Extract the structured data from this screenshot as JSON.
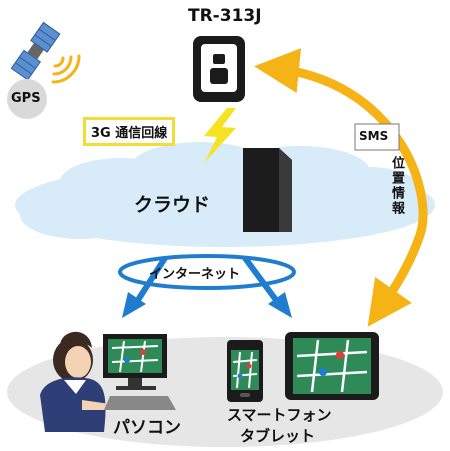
{
  "device_label": "TR-313J",
  "satellite_label": "GPS",
  "network_label": "3G 通信回線",
  "cloud_label": "クラウド",
  "internet_label": "インターネット",
  "sms_label": "SMS",
  "location_label": "位置情報",
  "pc_label": "パソコン",
  "mobile_label_line1": "スマートフォン",
  "mobile_label_line2": "タブレット",
  "colors": {
    "arrow_orange": "#f5b316",
    "arrow_blue": "#1f7ccf",
    "cloud_fill": "#d7ecf8",
    "ground_fill": "#e6e6e6",
    "map_green": "#2e8b57",
    "label_box_border": "#f2dd33"
  }
}
